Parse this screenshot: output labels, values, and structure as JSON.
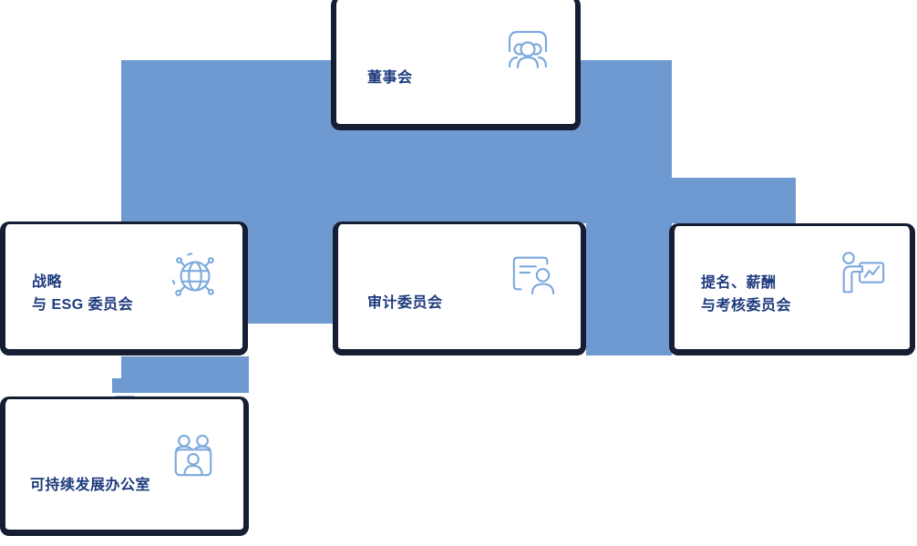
{
  "diagram": {
    "type": "org-chart",
    "background": "#ffffff",
    "colors": {
      "connector_blue": "#6f9ad1",
      "arrow_blue": "#8fb1dd",
      "card_border_navy": "#151e32",
      "label_navy": "#1d3a7d",
      "icon_blue": "#7ea9de",
      "card_background": "#ffffff"
    },
    "cards": {
      "board": {
        "lines": [
          "董事会"
        ],
        "icon": "meeting-icon"
      },
      "strategy_esg": {
        "lines": [
          "战略",
          "与 ESG 委员会"
        ],
        "icon": "globe-network-icon"
      },
      "audit": {
        "lines": [
          "审计委员会"
        ],
        "icon": "id-card-icon"
      },
      "nomination": {
        "lines": [
          "提名、薪酬",
          "与考核委员会"
        ],
        "icon": "presenter-chart-icon"
      },
      "sustainability_office": {
        "lines": [
          "可持续发展办公室"
        ],
        "icon": "people-group-icon"
      }
    },
    "relations": [
      "董事会 → 战略与 ESG 委员会",
      "董事会 → 审计委员会",
      "董事会 → 提名、薪酬与考核委员会",
      "战略与 ESG 委员会 → 可持续发展办公室"
    ]
  }
}
